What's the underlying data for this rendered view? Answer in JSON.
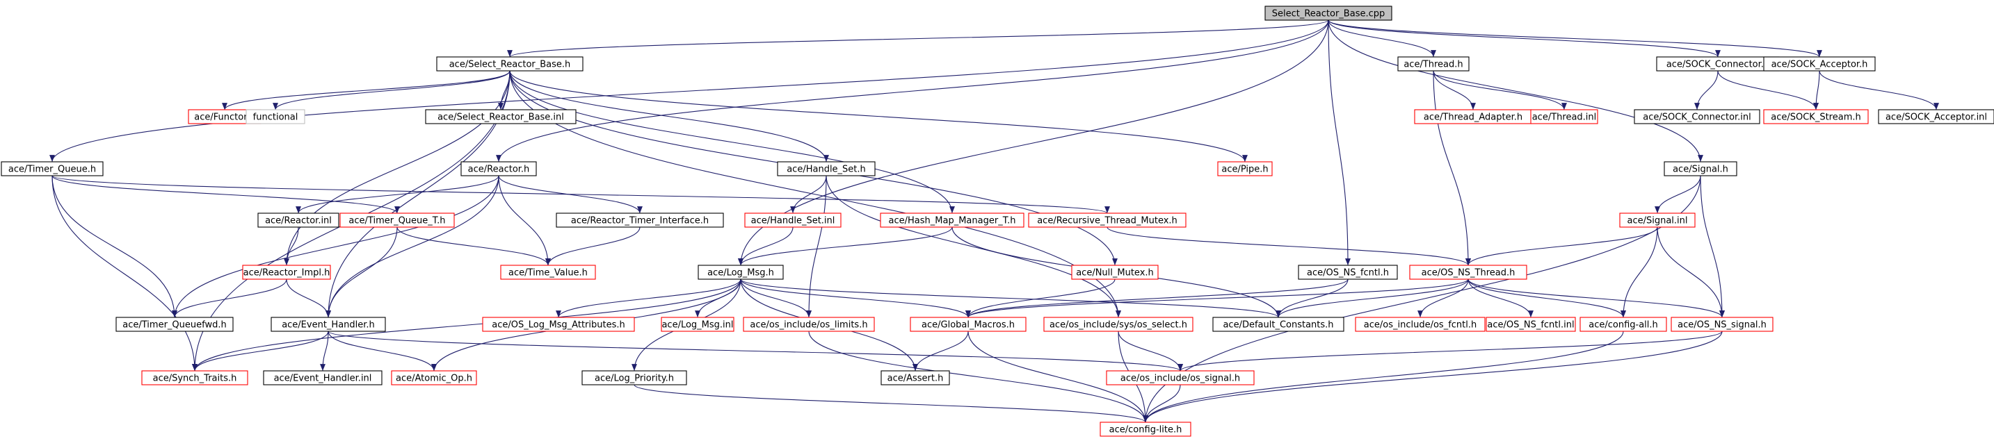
{
  "colors": {
    "edge": "#1f1f6b",
    "documented_border": "#000000",
    "undocumented_border": "#ff0000",
    "system_border": "#bfbfbf",
    "root_fill": "#c0c0c0",
    "text": "#000000"
  },
  "nodes": [
    {
      "id": "root",
      "label": "Select_Reactor_Base.cpp",
      "kind": "root"
    },
    {
      "id": "srb_h",
      "label": "ace/Select_Reactor_Base.h",
      "kind": "doc"
    },
    {
      "id": "thread_h",
      "label": "ace/Thread.h",
      "kind": "doc"
    },
    {
      "id": "sock_conn_h",
      "label": "ace/SOCK_Connector.h",
      "kind": "doc"
    },
    {
      "id": "sock_acc_h",
      "label": "ace/SOCK_Acceptor.h",
      "kind": "doc"
    },
    {
      "id": "functor_h",
      "label": "ace/Functor.h",
      "kind": "undoc"
    },
    {
      "id": "functional",
      "label": "functional",
      "kind": "sys"
    },
    {
      "id": "srb_inl",
      "label": "ace/Select_Reactor_Base.inl",
      "kind": "doc"
    },
    {
      "id": "thread_adapter_h",
      "label": "ace/Thread_Adapter.h",
      "kind": "undoc"
    },
    {
      "id": "thread_inl",
      "label": "ace/Thread.inl",
      "kind": "undoc"
    },
    {
      "id": "sock_conn_inl",
      "label": "ace/SOCK_Connector.inl",
      "kind": "doc"
    },
    {
      "id": "sock_stream_h",
      "label": "ace/SOCK_Stream.h",
      "kind": "undoc"
    },
    {
      "id": "sock_acc_inl",
      "label": "ace/SOCK_Acceptor.inl",
      "kind": "doc"
    },
    {
      "id": "timer_queue_h",
      "label": "ace/Timer_Queue.h",
      "kind": "doc"
    },
    {
      "id": "reactor_h",
      "label": "ace/Reactor.h",
      "kind": "doc"
    },
    {
      "id": "handle_set_h",
      "label": "ace/Handle_Set.h",
      "kind": "doc"
    },
    {
      "id": "pipe_h",
      "label": "ace/Pipe.h",
      "kind": "undoc"
    },
    {
      "id": "signal_h",
      "label": "ace/Signal.h",
      "kind": "doc"
    },
    {
      "id": "reactor_inl",
      "label": "ace/Reactor.inl",
      "kind": "doc"
    },
    {
      "id": "timer_queue_t_h",
      "label": "ace/Timer_Queue_T.h",
      "kind": "undoc"
    },
    {
      "id": "reactor_timer_iface_h",
      "label": "ace/Reactor_Timer_Interface.h",
      "kind": "doc"
    },
    {
      "id": "handle_set_inl",
      "label": "ace/Handle_Set.inl",
      "kind": "undoc"
    },
    {
      "id": "hash_map_manager_t_h",
      "label": "ace/Hash_Map_Manager_T.h",
      "kind": "undoc"
    },
    {
      "id": "recursive_thread_mutex_h",
      "label": "ace/Recursive_Thread_Mutex.h",
      "kind": "undoc"
    },
    {
      "id": "signal_inl",
      "label": "ace/Signal.inl",
      "kind": "undoc"
    },
    {
      "id": "reactor_impl_h",
      "label": "ace/Reactor_Impl.h",
      "kind": "undoc"
    },
    {
      "id": "time_value_h",
      "label": "ace/Time_Value.h",
      "kind": "undoc"
    },
    {
      "id": "log_msg_h",
      "label": "ace/Log_Msg.h",
      "kind": "doc"
    },
    {
      "id": "null_mutex_h",
      "label": "ace/Null_Mutex.h",
      "kind": "undoc"
    },
    {
      "id": "os_ns_fcntl_h",
      "label": "ace/OS_NS_fcntl.h",
      "kind": "doc"
    },
    {
      "id": "os_ns_thread_h",
      "label": "ace/OS_NS_Thread.h",
      "kind": "undoc"
    },
    {
      "id": "timer_queuefwd_h",
      "label": "ace/Timer_Queuefwd.h",
      "kind": "doc"
    },
    {
      "id": "event_handler_h",
      "label": "ace/Event_Handler.h",
      "kind": "doc"
    },
    {
      "id": "os_log_msg_attr_h",
      "label": "ace/OS_Log_Msg_Attributes.h",
      "kind": "undoc"
    },
    {
      "id": "log_msg_inl",
      "label": "ace/Log_Msg.inl",
      "kind": "undoc"
    },
    {
      "id": "os_limits_h",
      "label": "ace/os_include/os_limits.h",
      "kind": "undoc"
    },
    {
      "id": "global_macros_h",
      "label": "ace/Global_Macros.h",
      "kind": "undoc"
    },
    {
      "id": "os_select_h",
      "label": "ace/os_include/sys/os_select.h",
      "kind": "undoc"
    },
    {
      "id": "default_constants_h",
      "label": "ace/Default_Constants.h",
      "kind": "doc"
    },
    {
      "id": "os_fcntl_h",
      "label": "ace/os_include/os_fcntl.h",
      "kind": "undoc"
    },
    {
      "id": "os_ns_fcntl_inl",
      "label": "ace/OS_NS_fcntl.inl",
      "kind": "undoc"
    },
    {
      "id": "config_all_h",
      "label": "ace/config-all.h",
      "kind": "undoc"
    },
    {
      "id": "os_ns_signal_h",
      "label": "ace/OS_NS_signal.h",
      "kind": "undoc"
    },
    {
      "id": "synch_traits_h",
      "label": "ace/Synch_Traits.h",
      "kind": "undoc"
    },
    {
      "id": "event_handler_inl",
      "label": "ace/Event_Handler.inl",
      "kind": "doc"
    },
    {
      "id": "atomic_op_h",
      "label": "ace/Atomic_Op.h",
      "kind": "undoc"
    },
    {
      "id": "log_priority_h",
      "label": "ace/Log_Priority.h",
      "kind": "doc"
    },
    {
      "id": "assert_h",
      "label": "ace/Assert.h",
      "kind": "doc"
    },
    {
      "id": "os_signal_h",
      "label": "ace/os_include/os_signal.h",
      "kind": "undoc"
    },
    {
      "id": "config_lite_h",
      "label": "ace/config-lite.h",
      "kind": "undoc"
    }
  ],
  "edges": [
    [
      "root",
      "srb_h"
    ],
    [
      "root",
      "thread_h"
    ],
    [
      "root",
      "sock_conn_h"
    ],
    [
      "root",
      "sock_acc_h"
    ],
    [
      "root",
      "timer_queue_h"
    ],
    [
      "root",
      "reactor_h"
    ],
    [
      "root",
      "log_msg_h"
    ],
    [
      "root",
      "os_ns_fcntl_h"
    ],
    [
      "root",
      "signal_h"
    ],
    [
      "srb_h",
      "functor_h"
    ],
    [
      "srb_h",
      "functional"
    ],
    [
      "srb_h",
      "srb_inl"
    ],
    [
      "srb_h",
      "handle_set_h"
    ],
    [
      "srb_h",
      "pipe_h"
    ],
    [
      "srb_h",
      "hash_map_manager_t_h"
    ],
    [
      "srb_h",
      "reactor_impl_h"
    ],
    [
      "srb_h",
      "event_handler_h"
    ],
    [
      "srb_h",
      "synch_traits_h"
    ],
    [
      "srb_h",
      "null_mutex_h"
    ],
    [
      "srb_h",
      "os_select_h"
    ],
    [
      "thread_h",
      "thread_adapter_h"
    ],
    [
      "thread_h",
      "thread_inl"
    ],
    [
      "thread_h",
      "os_ns_thread_h"
    ],
    [
      "sock_conn_h",
      "sock_conn_inl"
    ],
    [
      "sock_conn_h",
      "sock_stream_h"
    ],
    [
      "sock_acc_h",
      "sock_stream_h"
    ],
    [
      "sock_acc_h",
      "sock_acc_inl"
    ],
    [
      "timer_queue_h",
      "timer_queuefwd_h"
    ],
    [
      "timer_queue_h",
      "timer_queue_t_h"
    ],
    [
      "timer_queue_h",
      "synch_traits_h"
    ],
    [
      "timer_queue_h",
      "recursive_thread_mutex_h"
    ],
    [
      "reactor_h",
      "reactor_inl"
    ],
    [
      "reactor_h",
      "reactor_timer_iface_h"
    ],
    [
      "reactor_h",
      "time_value_h"
    ],
    [
      "reactor_h",
      "timer_queuefwd_h"
    ],
    [
      "reactor_h",
      "event_handler_h"
    ],
    [
      "handle_set_h",
      "handle_set_inl"
    ],
    [
      "handle_set_h",
      "os_limits_h"
    ],
    [
      "handle_set_h",
      "os_select_h"
    ],
    [
      "signal_h",
      "signal_inl"
    ],
    [
      "signal_h",
      "os_ns_signal_h"
    ],
    [
      "signal_h",
      "config_lite_h"
    ],
    [
      "reactor_inl",
      "reactor_impl_h"
    ],
    [
      "timer_queue_t_h",
      "time_value_h"
    ],
    [
      "timer_queue_t_h",
      "event_handler_h"
    ],
    [
      "reactor_timer_iface_h",
      "time_value_h"
    ],
    [
      "handle_set_inl",
      "log_msg_h"
    ],
    [
      "hash_map_manager_t_h",
      "log_msg_h"
    ],
    [
      "hash_map_manager_t_h",
      "default_constants_h"
    ],
    [
      "recursive_thread_mutex_h",
      "os_ns_thread_h"
    ],
    [
      "signal_inl",
      "os_ns_thread_h"
    ],
    [
      "signal_inl",
      "config_all_h"
    ],
    [
      "signal_inl",
      "os_ns_signal_h"
    ],
    [
      "reactor_impl_h",
      "timer_queuefwd_h"
    ],
    [
      "reactor_impl_h",
      "event_handler_h"
    ],
    [
      "log_msg_h",
      "os_log_msg_attr_h"
    ],
    [
      "log_msg_h",
      "log_msg_inl"
    ],
    [
      "log_msg_h",
      "os_limits_h"
    ],
    [
      "log_msg_h",
      "global_macros_h"
    ],
    [
      "log_msg_h",
      "default_constants_h"
    ],
    [
      "log_msg_h",
      "assert_h"
    ],
    [
      "log_msg_h",
      "log_priority_h"
    ],
    [
      "log_msg_h",
      "synch_traits_h"
    ],
    [
      "log_msg_h",
      "atomic_op_h"
    ],
    [
      "null_mutex_h",
      "global_macros_h"
    ],
    [
      "os_ns_fcntl_h",
      "default_constants_h"
    ],
    [
      "os_ns_fcntl_h",
      "global_macros_h"
    ],
    [
      "os_ns_thread_h",
      "global_macros_h"
    ],
    [
      "os_ns_thread_h",
      "default_constants_h"
    ],
    [
      "os_ns_thread_h",
      "os_fcntl_h"
    ],
    [
      "os_ns_thread_h",
      "os_ns_fcntl_inl"
    ],
    [
      "os_ns_thread_h",
      "config_all_h"
    ],
    [
      "os_ns_thread_h",
      "os_ns_signal_h"
    ],
    [
      "event_handler_h",
      "synch_traits_h"
    ],
    [
      "event_handler_h",
      "event_handler_inl"
    ],
    [
      "event_handler_h",
      "atomic_op_h"
    ],
    [
      "event_handler_h",
      "os_signal_h"
    ],
    [
      "os_limits_h",
      "config_lite_h"
    ],
    [
      "global_macros_h",
      "assert_h"
    ],
    [
      "global_macros_h",
      "config_lite_h"
    ],
    [
      "os_select_h",
      "os_signal_h"
    ],
    [
      "os_select_h",
      "config_lite_h"
    ],
    [
      "config_all_h",
      "config_lite_h"
    ],
    [
      "os_ns_signal_h",
      "os_signal_h"
    ],
    [
      "os_ns_signal_h",
      "config_lite_h"
    ],
    [
      "log_priority_h",
      "config_lite_h"
    ],
    [
      "os_signal_h",
      "config_lite_h"
    ]
  ]
}
